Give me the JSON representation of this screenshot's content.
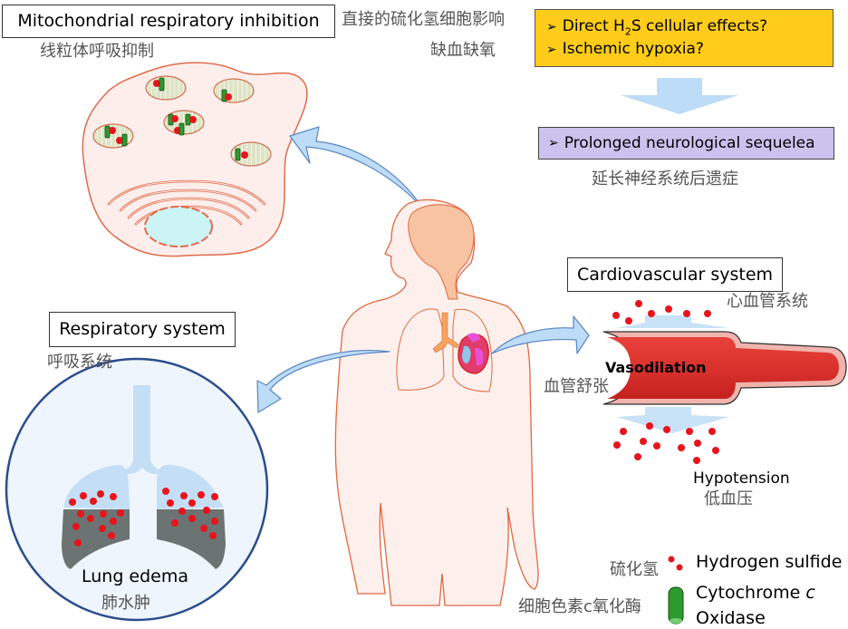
{
  "mitochondria": {
    "title": "Mitochondrial respiratory inhibition",
    "title_cn": "线粒体呼吸抑制"
  },
  "direct_effects": {
    "label_cn_1": "直接的硫化氢细胞影响",
    "label_cn_2": "缺血缺氧",
    "items": [
      {
        "bullet": "➢",
        "text_pre": "Direct H",
        "sub": "2",
        "text_post": "S cellular effects?"
      },
      {
        "bullet": "➢",
        "text": "Ischemic hypoxia?"
      }
    ],
    "bg_color": "#ffcc1a"
  },
  "neurological": {
    "bullet": "➢",
    "text": "Prolonged neurological sequelea",
    "text_cn": "延长神经系统后遗症",
    "bg_color": "#ccc2ee"
  },
  "cardiovascular": {
    "title": "Cardiovascular system",
    "title_cn": "心血管系统",
    "vasodilation": "Vasodilation",
    "vasodilation_cn": "血管舒张",
    "hypotension": "Hypotension",
    "hypotension_cn": "低血压"
  },
  "respiratory": {
    "title": "Respiratory system",
    "title_cn": "呼吸系统",
    "lung_edema": "Lung edema",
    "lung_edema_cn": "肺水肿"
  },
  "legend": {
    "h2s_cn": "硫化氢",
    "h2s": "Hydrogen sulfide",
    "cox_cn": "细胞色素c氧化酶",
    "cox_line1_pre": "Cytochrome ",
    "cox_line1_italic": "c",
    "cox_line2": "Oxidase"
  },
  "colors": {
    "h2s_dot": "#e8141c",
    "cox_green": "#2e9a2e",
    "arrow_blue": "#bcdcf7",
    "skin": "#fdf0ec",
    "outline": "#e0683f",
    "vessel_red": "#d62a2a",
    "lung_dark": "#6b7472",
    "lung_light": "#c4dff5"
  }
}
